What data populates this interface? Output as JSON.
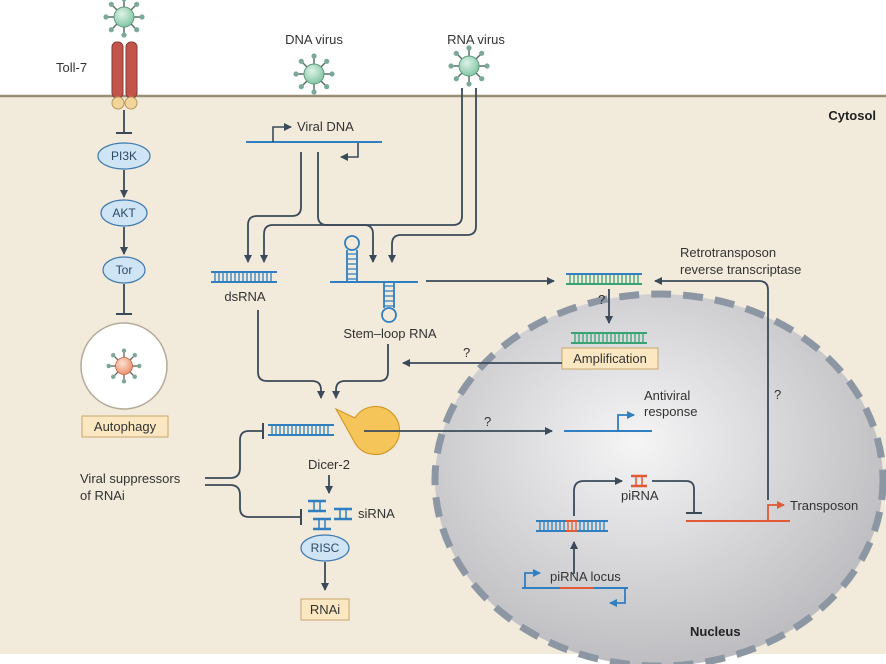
{
  "labels": {
    "cytosol": "Cytosol",
    "nucleus": "Nucleus",
    "toll7": "Toll-7",
    "dna_virus": "DNA virus",
    "rna_virus": "RNA virus",
    "viral_dna": "Viral DNA",
    "dsrna": "dsRNA",
    "stem_loop_rna": "Stem–loop RNA",
    "retro_line1": "Retrotransposon",
    "retro_line2": "reverse transcriptase",
    "amplification": "Amplification",
    "dicer2": "Dicer-2",
    "antiviral_line1": "Antiviral",
    "antiviral_line2": "response",
    "viral_supp_line1": "Viral suppressors",
    "viral_supp_line2": "of RNAi",
    "sirna": "siRNA",
    "risc": "RISC",
    "rnai": "RNAi",
    "pirna": "piRNA",
    "pirna_locus": "piRNA locus",
    "transposon": "Transposon",
    "pi3k": "PI3K",
    "akt": "AKT",
    "tor": "Tor",
    "autophagy": "Autophagy",
    "q1": "?",
    "q2": "?",
    "q3": "?",
    "q4": "?"
  },
  "colors": {
    "cytosol_bg": "#f2eadb",
    "nucleus_fill": "#c9c9cc",
    "arrow": "#3a4a5a",
    "blue": "#2f7fc1",
    "green": "#3aa374",
    "red": "#e05a35",
    "node_fill": "#cfe4f4",
    "label_box": "#fbe8c2"
  }
}
